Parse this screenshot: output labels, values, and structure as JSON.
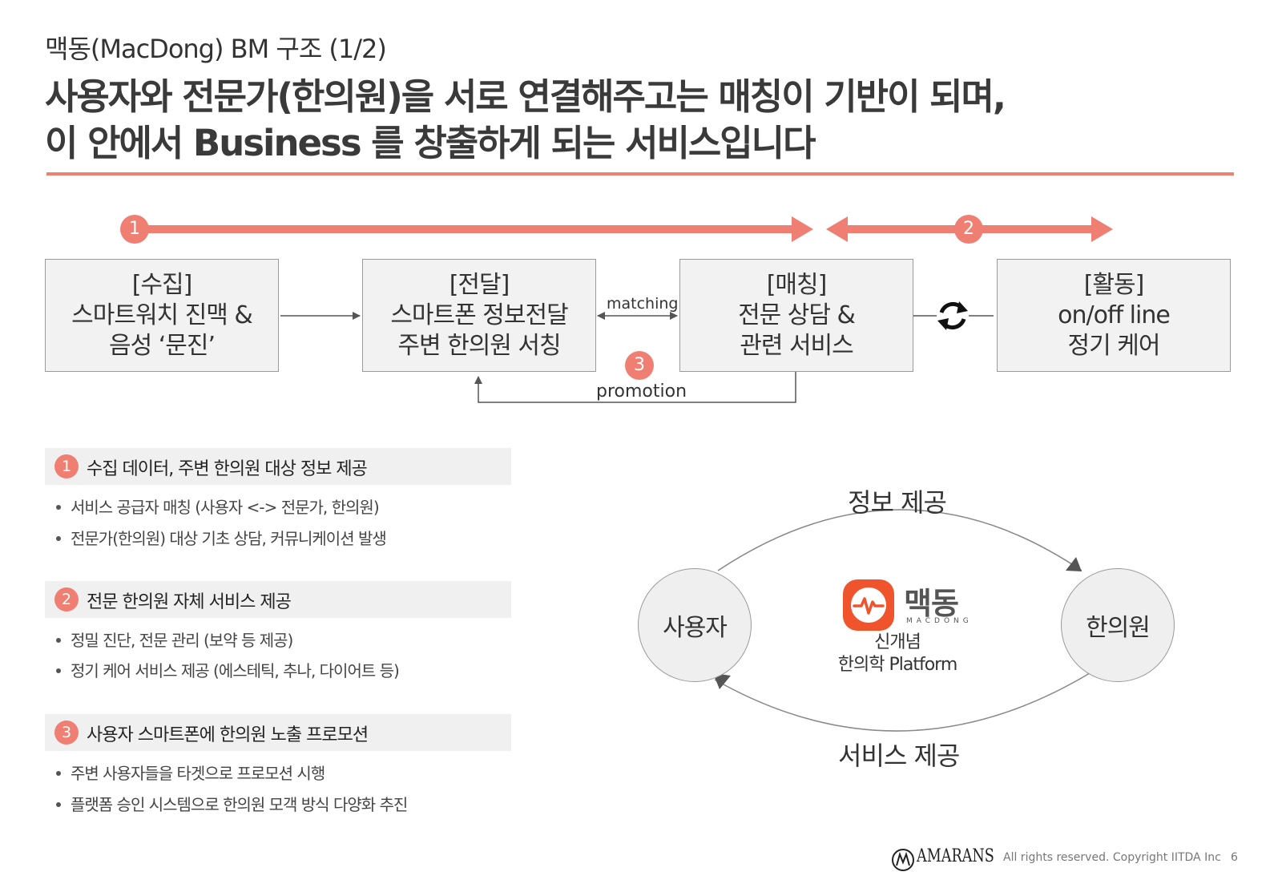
{
  "header": {
    "subtitle": "맥동(MacDong) BM 구조 (1/2)",
    "headline_line1": "사용자와 전문가(한의원)을 서로 연결해주고는 매칭이 기반이 되며,",
    "headline_line2": "이 안에서 Business 를 창출하게 되는 서비스입니다"
  },
  "flow": {
    "arrow1_num": "1",
    "arrow2_num": "2",
    "boxes": [
      {
        "lines": [
          "[수집]",
          "스마트워치 진맥 &",
          "음성 ‘문진’"
        ]
      },
      {
        "lines": [
          "[전달]",
          "스마트폰 정보전달",
          "주변 한의원 서칭"
        ]
      },
      {
        "lines": [
          "[매칭]",
          "전문 상담 &",
          "관련 서비스"
        ]
      },
      {
        "lines": [
          "[활동]",
          "on/off line",
          "정기 케어"
        ]
      }
    ],
    "matching_label": "matching",
    "promotion_num": "3",
    "promotion_label": "promotion"
  },
  "sections": [
    {
      "num": "1",
      "title": "수집 데이터, 주변 한의원 대상 정보 제공",
      "bullets": [
        "서비스 공급자 매칭 (사용자 <-> 전문가, 한의원)",
        "전문가(한의원) 대상 기초 상담, 커뮤니케이션 발생"
      ]
    },
    {
      "num": "2",
      "title": "전문 한의원 자체 서비스 제공",
      "bullets": [
        "정밀 진단, 전문 관리 (보약 등 제공)",
        "정기 케어 서비스 제공 (에스테틱, 추나, 다이어트 등)"
      ]
    },
    {
      "num": "3",
      "title": "사용자 스마트폰에 한의원 노출 프로모션",
      "bullets": [
        "주변 사용자들을 타겟으로 프로모션 시행",
        "플랫폼 승인 시스템으로 한의원 모객 방식 다양화 추진"
      ]
    }
  ],
  "cycle": {
    "top_label": "정보 제공",
    "bottom_label": "서비스 제공",
    "left_node": "사용자",
    "right_node": "한의원",
    "logo_text": "맥동",
    "logo_sub": "MACDONG",
    "center_line1": "신개념",
    "center_line2": "한의학 Platform"
  },
  "footer": {
    "brand": "AMARANS",
    "copyright": "All rights reserved. Copyright IITDA Inc",
    "page": "6"
  },
  "colors": {
    "accent": "#ef7f72",
    "logo_orange": "#f0542d",
    "box_bg": "#f2f2f2"
  }
}
